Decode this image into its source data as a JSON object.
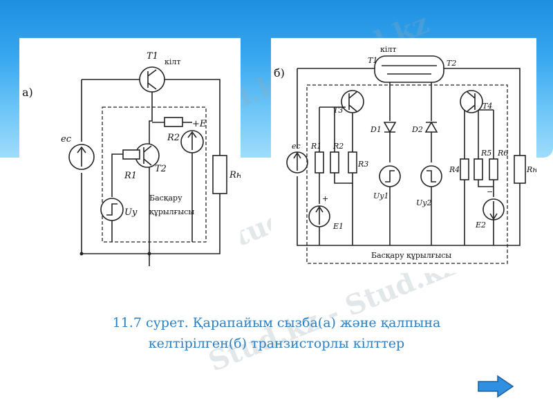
{
  "caption": {
    "line1": "11.7 сурет. Қарапайым сызба(а) және қалпына",
    "line2": "келтірілген(б) транзисторлы кілттер"
  },
  "watermark_text": "Stud.kz - Stud.kz",
  "diagram_a": {
    "panel_label": "а)",
    "key_label": "кілт",
    "T1": "T1",
    "T2": "T2",
    "R1": "R1",
    "R2": "R2",
    "Rn": "Rн",
    "ec": "ec",
    "Uy": "Uy",
    "E": "+E",
    "control_label_1": "Басқару",
    "control_label_2": "құрылғысы"
  },
  "diagram_b": {
    "panel_label": "б)",
    "key_label": "кілт",
    "T1": "T1",
    "T2": "T2",
    "T3": "T3",
    "T4": "T4",
    "D1": "D1",
    "D2": "D2",
    "R1": "R1",
    "R2": "R2",
    "R3": "R3",
    "R4": "R4",
    "R5": "R5",
    "R6": "R6",
    "Rn": "Rн",
    "ec": "ec",
    "Uy1": "Uy1",
    "Uy2": "Uy2",
    "E1": "E1",
    "E2": "E2",
    "plus": "+",
    "minus": "−",
    "control_label": "Басқару құрылғысы"
  },
  "colors": {
    "header_top": "#1e8fe0",
    "header_bottom": "#9fdcfb",
    "caption": "#2a7fc4",
    "arrow": "#2f8fe0"
  },
  "nav": {
    "next_icon": "arrow-right-icon"
  }
}
